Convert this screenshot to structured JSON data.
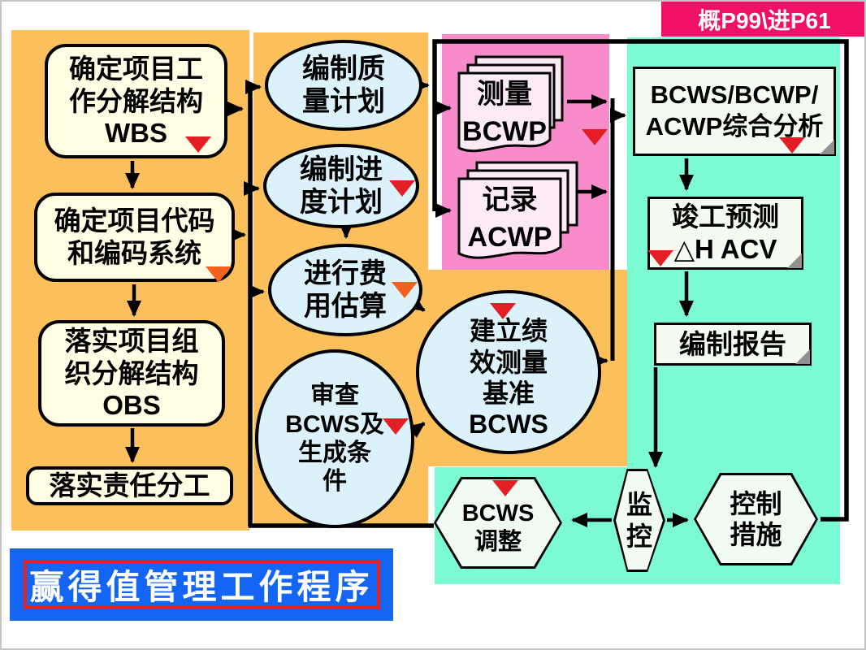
{
  "slide": {
    "corner_tag": "概P99\\进P61",
    "title": "赢得值管理工作程序"
  },
  "nodes": {
    "wbs_box": "确定项目工\n作分解结构\nWBS",
    "code_box": "确定项目代码\n和编码系统",
    "obs_box": "落实项目组\n织分解结构\nOBS",
    "duty_box": "落实责任分工",
    "quality_ellipse": "编制质\n量计划",
    "schedule_ellipse": "编制进\n度计划",
    "cost_ellipse": "进行费\n用估算",
    "review_circle": "审查\nBCWS及\n生成条\n件",
    "baseline_circle": "建立绩\n效测量\n基准\nBCWS",
    "measure_doc": "测量\nBCWP",
    "record_doc": "记录\nACWP",
    "analysis_note": "BCWS/BCWP/\nACWP综合分析",
    "forecast_note": "竣工预测\n△H ACV",
    "report_note": "编制报告",
    "adjust_hex": "BCWS\n调整",
    "monitor_hex": "监\n控",
    "control_hex": "控制\n措施"
  },
  "colors": {
    "panel_orange": "#FBC05C",
    "pink_panel": "#F88CCB",
    "cyan_panel": "#7BFAD3",
    "ellipse_blue": "#DCF2FB",
    "box_cream": "#FFFDE3",
    "doc_pink": "#FCEBF7",
    "note_white": "#F5FBF0",
    "hex_white": "#F1FAF3",
    "banner_blue": "#1565F4",
    "banner_magenta": "#F01166",
    "marker_red": "#E41E25",
    "marker_orange": "#F4611E",
    "title_frame_red": "#E8211C"
  }
}
